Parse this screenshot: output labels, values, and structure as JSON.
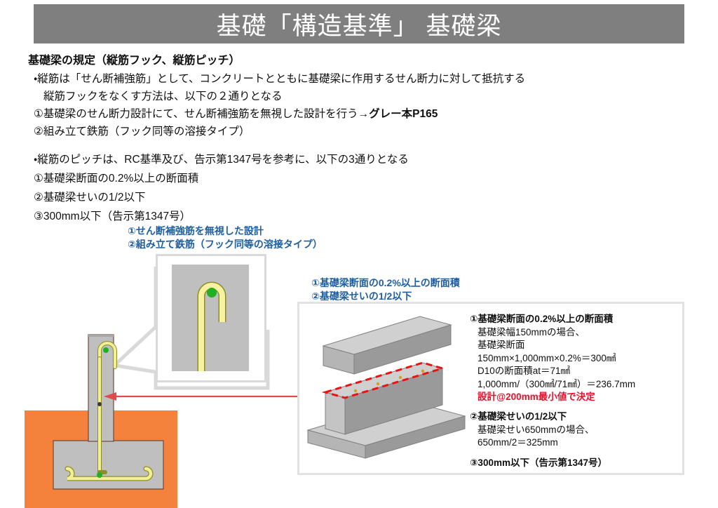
{
  "title": "基礎「構造基準」 基礎梁",
  "heading": "基礎梁の規定（縦筋フック、縦筋ピッチ）",
  "paragraph_a": {
    "line1": "・縦筋は「せん断補強筋」として、コンクリートとともに基礎梁に作用するせん断力に対して抵抗する",
    "line2": "縦筋フックをなくす方法は、以下の２通りとなる",
    "line3_prefix": "①基礎梁のせん断力設計にて、せん断補強筋を無視した設計を行う→",
    "line3_bold": "グレー本P165",
    "line4": "②組み立て鉄筋（フック同等の溶接タイプ）"
  },
  "paragraph_b": {
    "line1": "・縦筋のピッチは、RC基準及び、告示第1347号を参考に、以下の3通りとなる",
    "line2": "①基礎梁断面の0.2%以上の断面積",
    "line3": "②基礎梁せいの1/2以下",
    "line4": "③300mm以下（告示第1347号）"
  },
  "blue_callout_left": {
    "line1": "①せん断補強筋を無視した設計",
    "line2": "②組み立て鉄筋（フック同等の溶接タイプ）"
  },
  "blue_callout_right": {
    "line1": "①基礎梁断面の0.2%以上の断面積",
    "line2": "②基礎梁せいの1/2以下"
  },
  "calc_block_1": {
    "title": "①基礎梁断面の0.2%以上の断面積",
    "line1": "基礎梁幅150mmの場合、",
    "line2": "基礎梁断面",
    "line3": "150mm×1,000mm×0.2%＝300㎟",
    "line4": "D10の断面積at＝71㎟",
    "line5": "1,000mm/（300㎟/71㎟）＝236.7mm",
    "line6_red": "設計@200mm最小値で決定"
  },
  "calc_block_2": {
    "title": "②基礎梁せいの1/2以下",
    "line1": "基礎梁せい650mmの場合、",
    "line2": "650mm/2＝325mm"
  },
  "calc_block_3": {
    "title": "③300mm以下（告示第1347号）"
  },
  "colors": {
    "title_bar": "#7f7f7f",
    "soil_orange": "#f4813c",
    "concrete_grey": "#bfbfbf",
    "concrete_light": "#d0d0d0",
    "concrete_dark": "#9a9a9a",
    "rebar_yellow": "#f2ef95",
    "rebar_outline": "#8c8f25",
    "node_green": "#21b021",
    "accent_blue": "#1f5fa0",
    "accent_red": "#e8112d",
    "leader_grey": "#d9d9d9"
  }
}
